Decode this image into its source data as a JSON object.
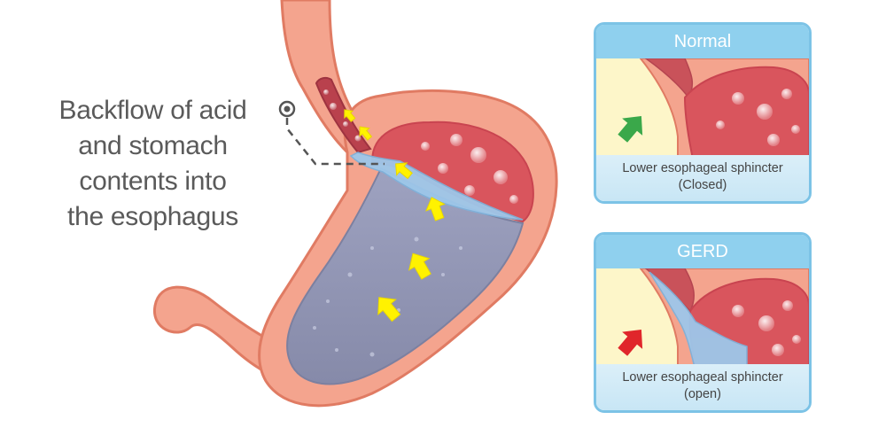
{
  "callout": {
    "lines": [
      "Backflow of acid",
      "and stomach",
      "contents into",
      "the esophagus"
    ]
  },
  "panels": {
    "normal": {
      "title": "Normal",
      "caption_line1": "Lower esophageal sphincter",
      "caption_line2": "(Closed)",
      "arrow_color": "#3aa84a"
    },
    "gerd": {
      "title": "GERD",
      "caption_line1": "Lower esophageal sphincter",
      "caption_line2": "(open)",
      "arrow_color": "#e0262b"
    }
  },
  "colors": {
    "stomach_wall": "#f4a48e",
    "stomach_outline": "#e07b63",
    "gastric_lining": "#d9555d",
    "stomach_fluid": "#8f95b5",
    "acid_reflux": "#9dc7ea",
    "reflux_arrows": "#fff200",
    "panel_border": "#7cc3e6",
    "panel_header": "#8fd0ee"
  }
}
